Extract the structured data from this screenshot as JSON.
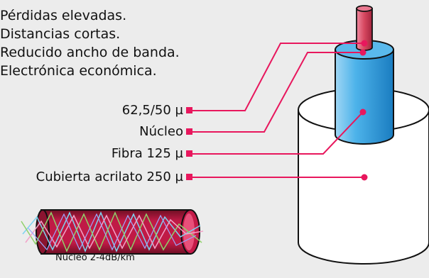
{
  "description": [
    "Pérdidas elevadas.",
    "Distancias cortas.",
    "Reducido ancho de banda.",
    "Electrónica económica."
  ],
  "labels": {
    "core_diameter": "62,5/50 µ",
    "core": "Núcleo",
    "fiber": "Fibra 125 µ",
    "coating": "Cubierta acrilato 250 µ"
  },
  "caption": "Núcleo 2-4dB/km",
  "colors": {
    "accent": "#e8175d",
    "core_rod": "#d6475f",
    "fiber_blue": "#3aa5e0",
    "coating_white": "#ffffff",
    "background": "#ececec"
  }
}
